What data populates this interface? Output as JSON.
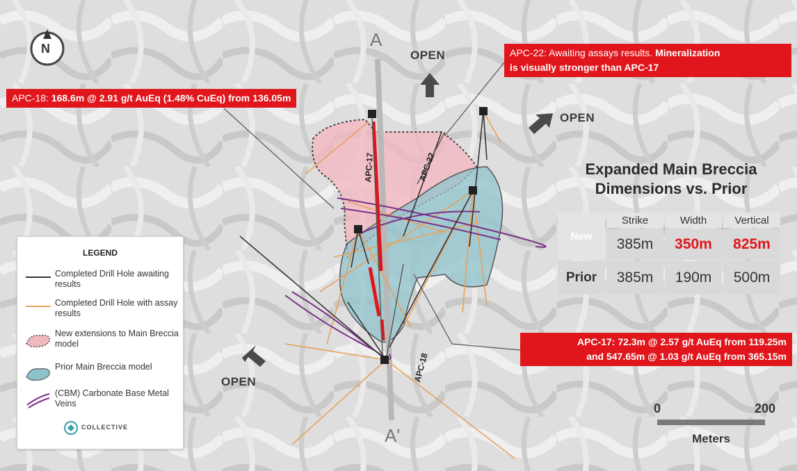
{
  "callouts": {
    "apc18": {
      "label": "APC-18:",
      "text": "168.6m @ 2.91 g/t AuEq (1.48% CuEq) from 136.05m"
    },
    "apc22": {
      "line1_a": "APC-22: Awaiting assays results. ",
      "line1_b": "Mineralization",
      "line2": "is visually stronger than APC-17"
    },
    "apc17": {
      "line1": "APC-17: 72.3m @ 2.57 g/t AuEq from 119.25m",
      "line2": "and 547.65m @ 1.03 g/t AuEq from 365.15m"
    }
  },
  "open_labels": {
    "top": "OPEN",
    "right": "OPEN",
    "left": "OPEN"
  },
  "section": {
    "start": "A",
    "end": "A'"
  },
  "holes": {
    "apc17": "APC-17",
    "apc22": "APC-22",
    "apc18": "APC-18"
  },
  "north_arrow": "N",
  "legend": {
    "title": "LEGEND",
    "items": [
      {
        "label": "Completed Drill Hole awaiting results",
        "icon": "dark-line-icon"
      },
      {
        "label": "Completed Drill Hole with assay results",
        "icon": "orange-line-icon"
      },
      {
        "label": "New extensions to Main Breccia model",
        "icon": "pink-area-icon"
      },
      {
        "label": "Prior Main Breccia model",
        "icon": "blue-area-icon"
      },
      {
        "label": "(CBM) Carbonate Base Metal Veins",
        "icon": "purple-vein-icon"
      }
    ],
    "logo": "COLLECTIVE"
  },
  "dimensions": {
    "title_line1": "Expanded Main Breccia",
    "title_line2": "Dimensions vs. Prior",
    "columns": [
      "Strike",
      "Width",
      "Vertical"
    ],
    "rows": [
      {
        "label": "New",
        "values": [
          "385m",
          "350m",
          "825m"
        ]
      },
      {
        "label": "Prior",
        "values": [
          "385m",
          "190m",
          "500m"
        ]
      }
    ]
  },
  "scale_bar": {
    "min": "0",
    "max": "200",
    "units": "Meters"
  },
  "colors": {
    "red": "#e0161c",
    "pink": "#f2b8c0",
    "blue": "#8fc3cc",
    "orange": "#e8a15c",
    "purple": "#7a2f86"
  }
}
